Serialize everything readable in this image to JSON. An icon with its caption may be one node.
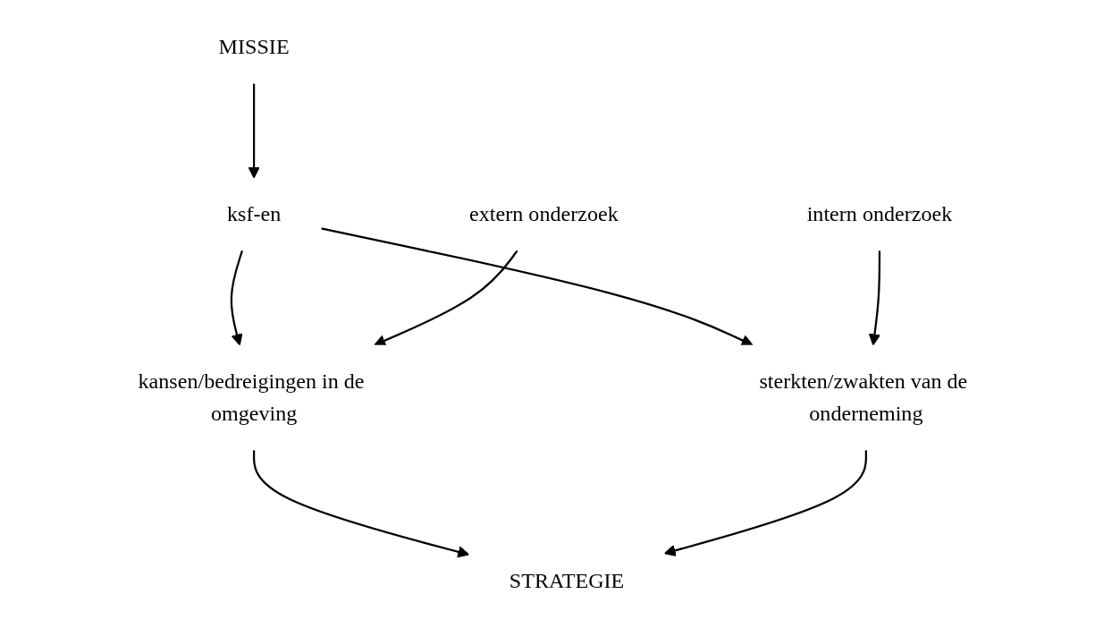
{
  "diagram": {
    "nodes": [
      {
        "text": [
          "MISSIE"
        ]
      },
      {
        "text": [
          "ksf-en"
        ]
      },
      {
        "text": [
          "extern onderzoek"
        ]
      },
      {
        "text": [
          "kansen/bedreigingen in de omgeving"
        ]
      },
      {
        "text": [
          "sterkten/zwakten van de onderneming"
        ]
      },
      {
        "text": [
          "intern onderzoek"
        ]
      },
      {
        "text": [
          "STRATEGIE"
        ]
      }
    ],
    "edges": [
      {
        "from": 0,
        "to": 1,
        "arrow": "to"
      },
      {
        "from": 1,
        "to": 3,
        "arrow": "to"
      },
      {
        "from": 1,
        "to": 4,
        "arrow": "to"
      },
      {
        "from": 2,
        "to": 3,
        "arrow": "to"
      },
      {
        "from": 5,
        "to": 4,
        "arrow": "to"
      },
      {
        "from": 3,
        "to": 6,
        "arrow": "to"
      },
      {
        "from": 4,
        "to": 6,
        "arrow": "to"
      }
    ]
  }
}
